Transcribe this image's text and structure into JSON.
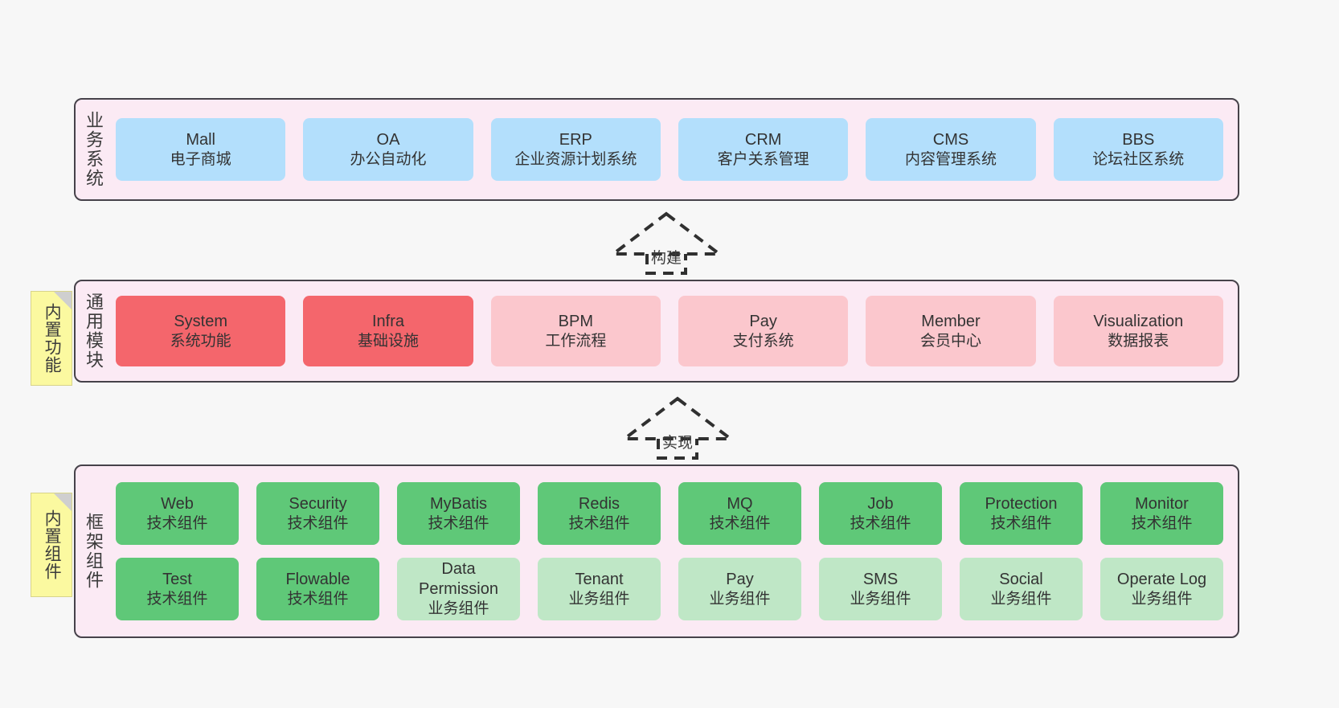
{
  "background": "#f7f7f7",
  "palette": {
    "band_bg": "#fbeaf4",
    "band_border": "#46424a",
    "blue": "#b3dffc",
    "red": "#f4666c",
    "pink": "#fbc7cd",
    "green": "#5fc878",
    "light_green": "#bfe7c6",
    "sticky_yellow": "#fbf9a0",
    "sticky_fold": "#cfcfcf",
    "text": "#3b3b3b"
  },
  "bands": [
    {
      "id": "business-systems",
      "title": "业务系统",
      "rows": [
        {
          "cards": [
            {
              "en": "Mall",
              "cn": "电子商城",
              "style": "blue"
            },
            {
              "en": "OA",
              "cn": "办公自动化",
              "style": "blue"
            },
            {
              "en": "ERP",
              "cn": "企业资源计划系统",
              "style": "blue"
            },
            {
              "en": "CRM",
              "cn": "客户关系管理",
              "style": "blue"
            },
            {
              "en": "CMS",
              "cn": "内容管理系统",
              "style": "blue"
            },
            {
              "en": "BBS",
              "cn": "论坛社区系统",
              "style": "blue"
            }
          ]
        }
      ]
    },
    {
      "id": "common-modules",
      "title": "通用模块",
      "sticky": "内置功能",
      "rows": [
        {
          "cards": [
            {
              "en": "System",
              "cn": "系统功能",
              "style": "red"
            },
            {
              "en": "Infra",
              "cn": "基础设施",
              "style": "red"
            },
            {
              "en": "BPM",
              "cn": "工作流程",
              "style": "pink"
            },
            {
              "en": "Pay",
              "cn": "支付系统",
              "style": "pink"
            },
            {
              "en": "Member",
              "cn": "会员中心",
              "style": "pink"
            },
            {
              "en": "Visualization",
              "cn": "数据报表",
              "style": "pink"
            }
          ]
        }
      ]
    },
    {
      "id": "framework-components",
      "title": "框架组件",
      "sticky": "内置组件",
      "rows": [
        {
          "cards": [
            {
              "en": "Web",
              "cn": "技术组件",
              "style": "green"
            },
            {
              "en": "Security",
              "cn": "技术组件",
              "style": "green"
            },
            {
              "en": "MyBatis",
              "cn": "技术组件",
              "style": "green"
            },
            {
              "en": "Redis",
              "cn": "技术组件",
              "style": "green"
            },
            {
              "en": "MQ",
              "cn": "技术组件",
              "style": "green"
            },
            {
              "en": "Job",
              "cn": "技术组件",
              "style": "green"
            },
            {
              "en": "Protection",
              "cn": "技术组件",
              "style": "green"
            },
            {
              "en": "Monitor",
              "cn": "技术组件",
              "style": "green"
            }
          ]
        },
        {
          "cards": [
            {
              "en": "Test",
              "cn": "技术组件",
              "style": "green"
            },
            {
              "en": "Flowable",
              "cn": "技术组件",
              "style": "green"
            },
            {
              "en": "Data Permission",
              "cn": "业务组件",
              "style": "lightgreen",
              "wrap": true
            },
            {
              "en": "Tenant",
              "cn": "业务组件",
              "style": "lightgreen"
            },
            {
              "en": "Pay",
              "cn": "业务组件",
              "style": "lightgreen"
            },
            {
              "en": "SMS",
              "cn": "业务组件",
              "style": "lightgreen"
            },
            {
              "en": "Social",
              "cn": "业务组件",
              "style": "lightgreen"
            },
            {
              "en": "Operate Log",
              "cn": "业务组件",
              "style": "lightgreen"
            }
          ]
        }
      ]
    }
  ],
  "connectors": [
    {
      "id": "build",
      "label": "构建"
    },
    {
      "id": "implement",
      "label": "实现"
    }
  ]
}
